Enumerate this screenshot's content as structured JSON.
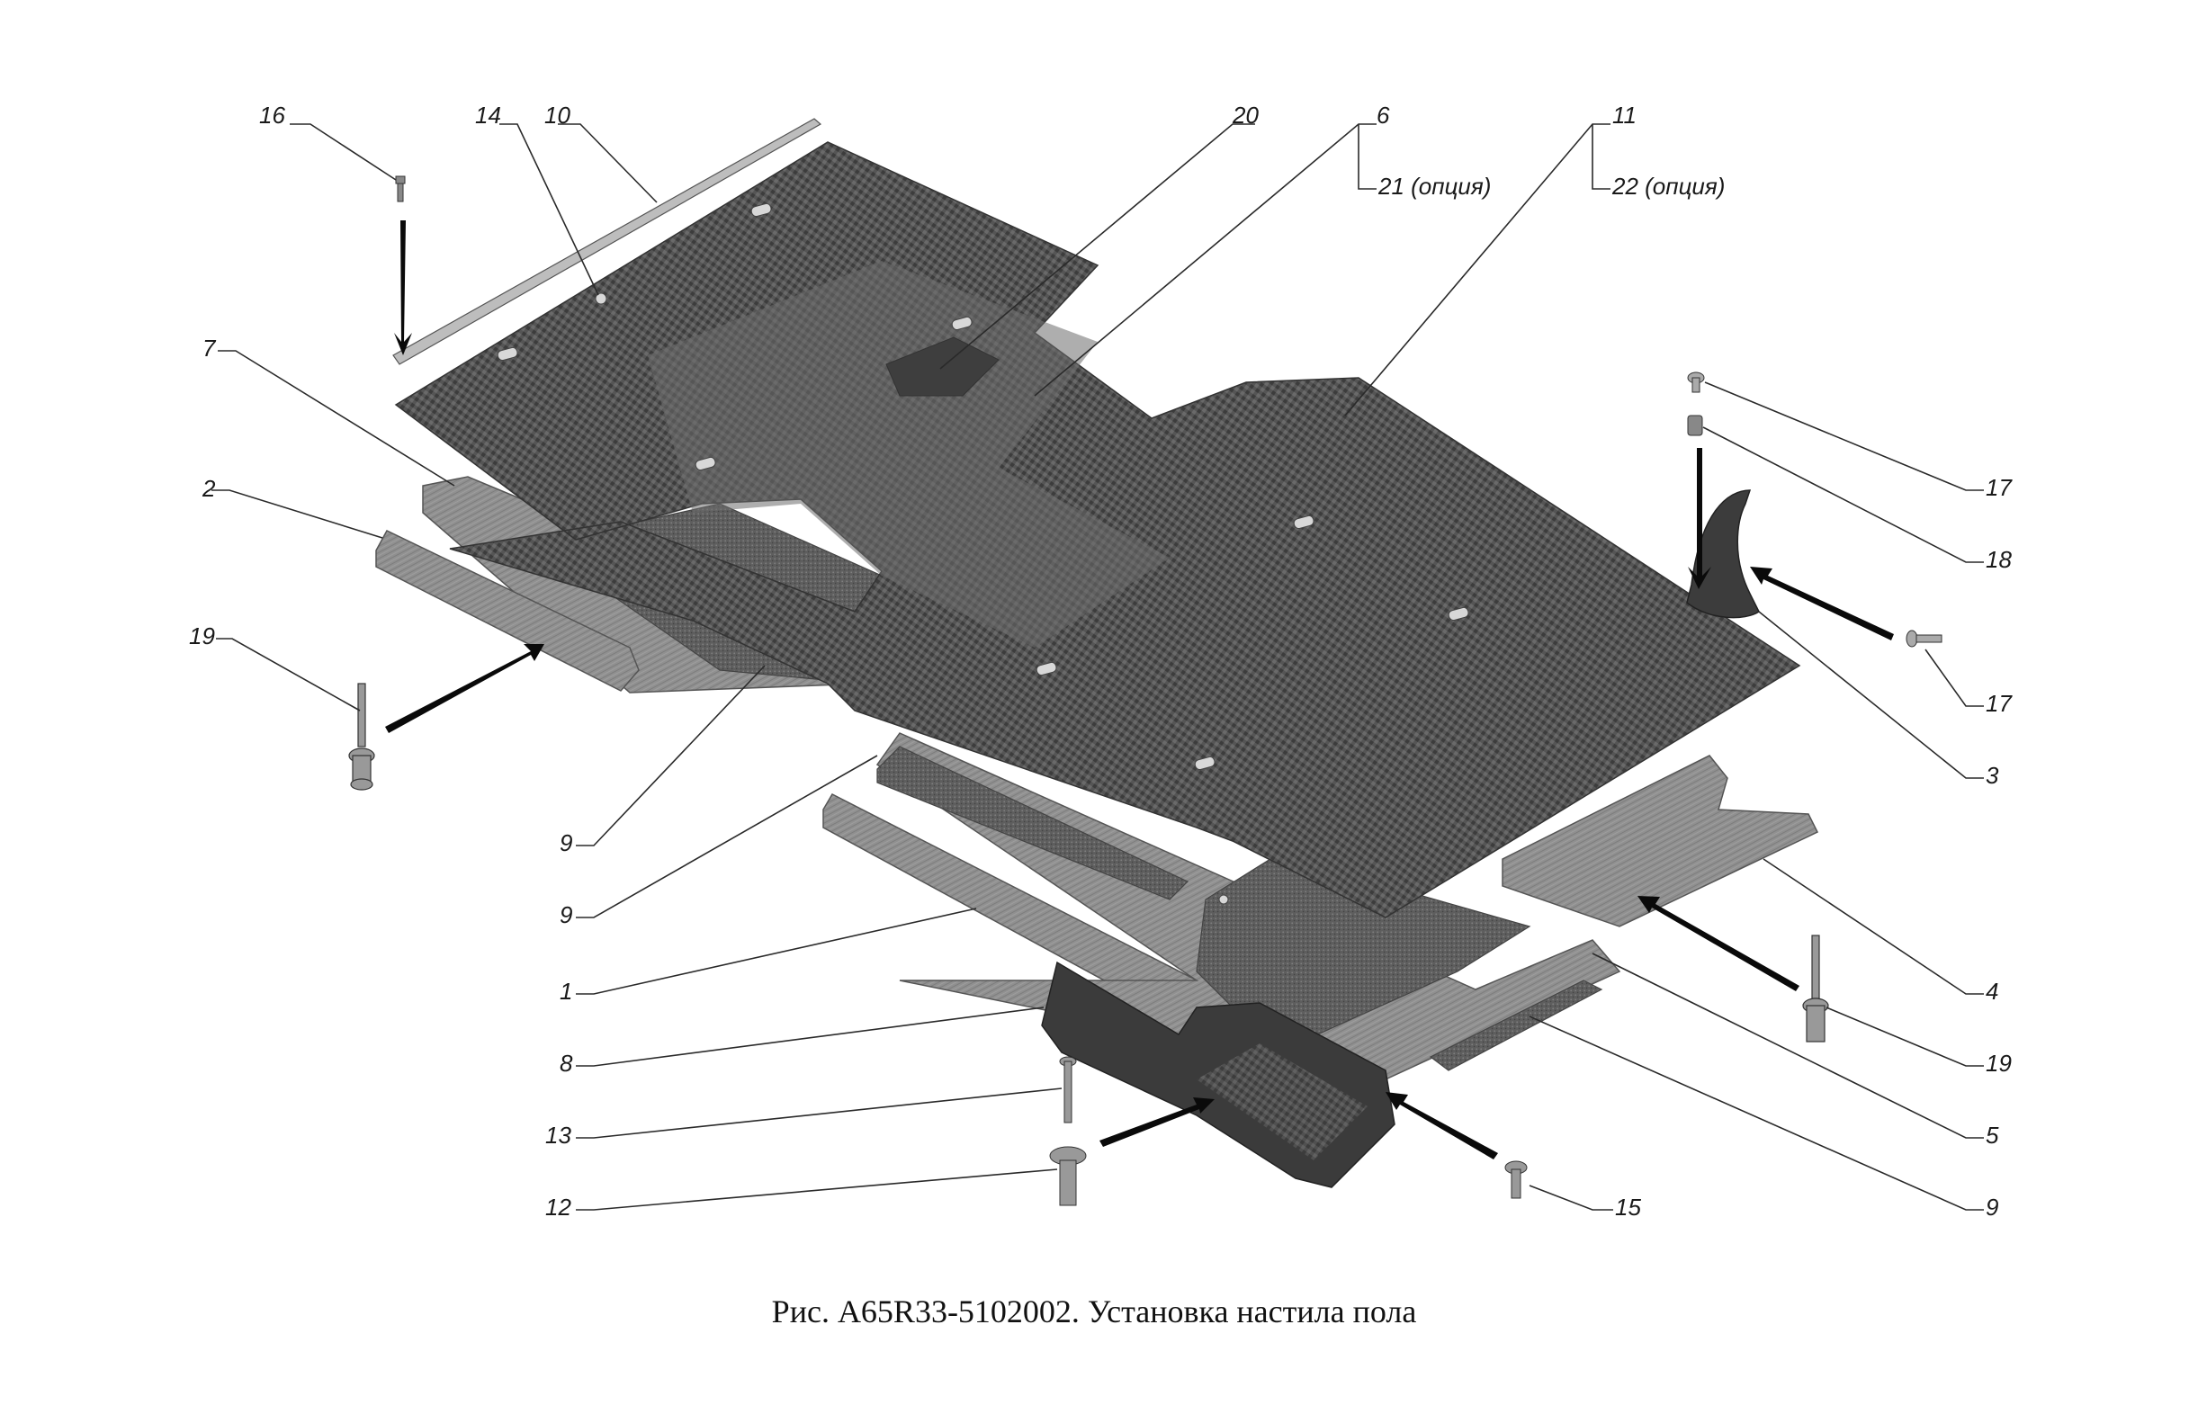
{
  "caption": "Рис. А65R33-5102002. Установка настила пола",
  "labels": {
    "l16": "16",
    "l14": "14",
    "l10": "10",
    "l20": "20",
    "l6": "6",
    "l21": "21 (опция)",
    "l11": "11",
    "l22": "22 (опция)",
    "l7": "7",
    "l2": "2",
    "l19a": "19",
    "l9a": "9",
    "l9b": "9",
    "l1": "1",
    "l8": "8",
    "l13": "13",
    "l12": "12",
    "l15": "15",
    "l17a": "17",
    "l18": "18",
    "l17b": "17",
    "l3": "3",
    "l4": "4",
    "l19b": "19",
    "l5": "5",
    "l9c": "9"
  },
  "colors": {
    "mesh_dark": "#4a4a4a",
    "mesh_light": "#7a7a7a",
    "wood": "#8e8e8e",
    "felt": "#5c5c5c",
    "part_dark": "#3a3a3a"
  }
}
